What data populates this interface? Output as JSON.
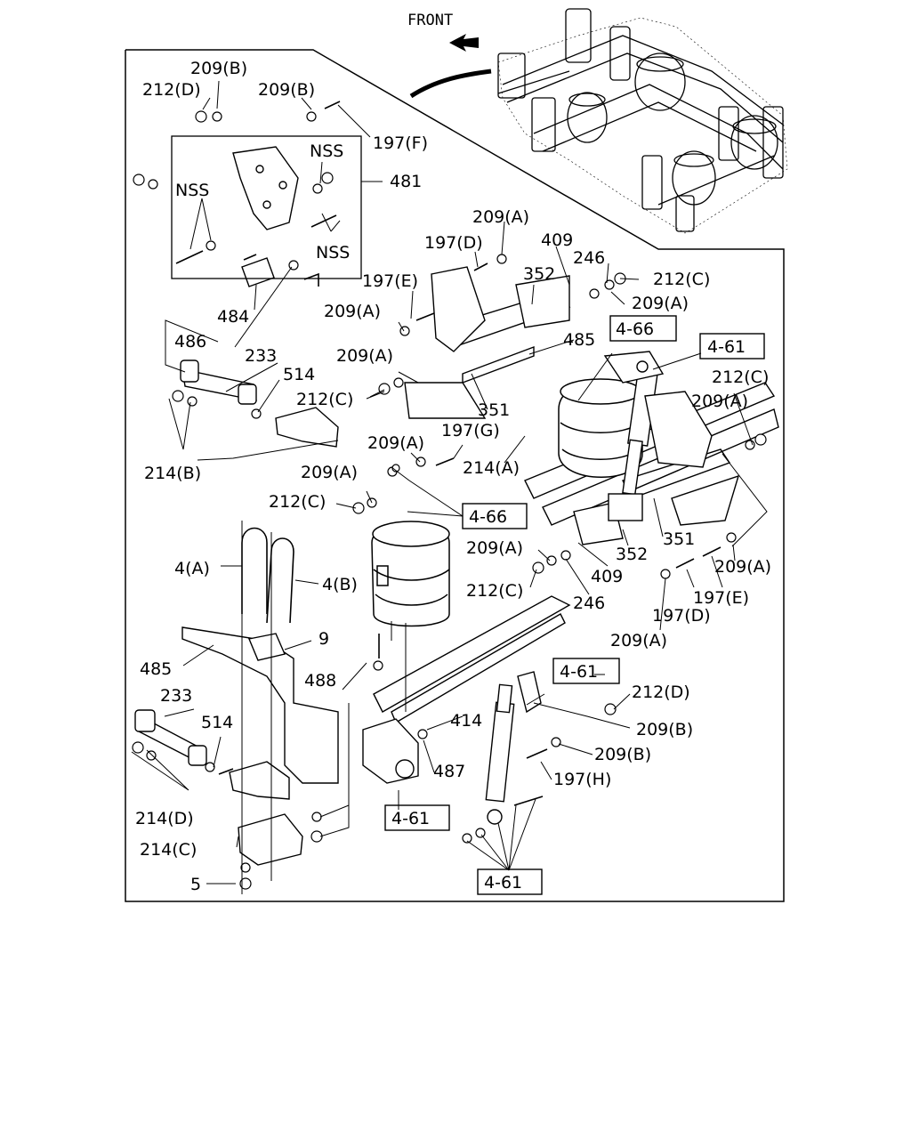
{
  "header": {
    "front_label": "FRONT"
  },
  "labels": {
    "l_209b_top": "209(B)",
    "l_212d_top": "212(D)",
    "l_209b_top2": "209(B)",
    "l_197f": "197(F)",
    "l_nss_1": "NSS",
    "l_nss_2": "NSS",
    "l_nss_3": "NSS",
    "l_481": "481",
    "l_484": "484",
    "l_486": "486",
    "l_233_top": "233",
    "l_514_top": "514",
    "l_212c_a": "212(C)",
    "l_214b": "214(B)",
    "l_209a_1": "209(A)",
    "l_197d_top": "197(D)",
    "l_409_top": "409",
    "l_197e_top": "197(E)",
    "l_352_top": "352",
    "l_246_top": "246",
    "l_212c_b": "212(C)",
    "l_209a_2": "209(A)",
    "l_209a_3": "209(A)",
    "l_485_top": "485",
    "l_4_66_a": "4-66",
    "l_4_61_a": "4-61",
    "l_209a_4": "209(A)",
    "l_212c_c": "212(C)",
    "l_209a_5": "209(A)",
    "l_351_top": "351",
    "l_209a_6": "209(A)",
    "l_197g": "197(G)",
    "l_214a": "214(A)",
    "l_209a_7": "209(A)",
    "l_212c_d": "212(C)",
    "l_4_66_b": "4-66",
    "l_209a_8": "209(A)",
    "l_352_bot": "352",
    "l_351_bot": "351",
    "l_409_bot": "409",
    "l_209a_9": "209(A)",
    "l_212c_e": "212(C)",
    "l_246_bot": "246",
    "l_197d_bot": "197(D)",
    "l_197e_bot": "197(E)",
    "l_209a_10": "209(A)",
    "l_4a": "4(A)",
    "l_4b": "4(B)",
    "l_9": "9",
    "l_485_bot": "485",
    "l_488": "488",
    "l_233_bot": "233",
    "l_514_bot": "514",
    "l_414": "414",
    "l_4_61_b": "4-61",
    "l_212d_bot": "212(D)",
    "l_209b_bot1": "209(B)",
    "l_209b_bot2": "209(B)",
    "l_197h": "197(H)",
    "l_487": "487",
    "l_214d": "214(D)",
    "l_4_61_c": "4-61",
    "l_214c": "214(C)",
    "l_5": "5",
    "l_4_61_d": "4-61"
  }
}
